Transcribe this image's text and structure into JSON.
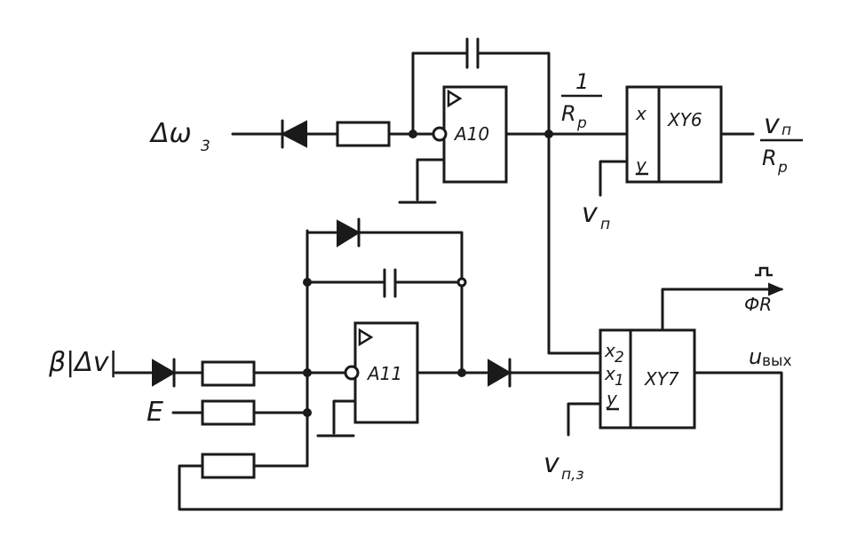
{
  "amplifiers": {
    "a10": {
      "label": "A10"
    },
    "a11": {
      "label": "A11"
    }
  },
  "multipliers": {
    "xy6": {
      "label": "XY6",
      "in_x": "x",
      "in_y": "y"
    },
    "xy7": {
      "label": "XY7",
      "in_x2": "x",
      "in_x2_sub": "2",
      "in_x1": "x",
      "in_x1_sub": "1",
      "in_y": "y"
    }
  },
  "signals": {
    "delta_omega": {
      "main": "Δω",
      "sub": "3"
    },
    "beta_delta_v": "β|Δv|",
    "e": "E",
    "one_over_rp_num": "1",
    "one_over_rp_den": "R",
    "one_over_rp_den_sub": "p",
    "v_p": {
      "main": "v",
      "sub": "п"
    },
    "vp_over_rp_num": "v",
    "vp_over_rp_num_sub": "п",
    "vp_over_rp_den": "R",
    "vp_over_rp_den_sub": "p",
    "v_p3": {
      "main": "v",
      "sub": "п,з"
    },
    "u_out": {
      "main": "u",
      "sub": "вых"
    },
    "phi_r": "ФR"
  }
}
